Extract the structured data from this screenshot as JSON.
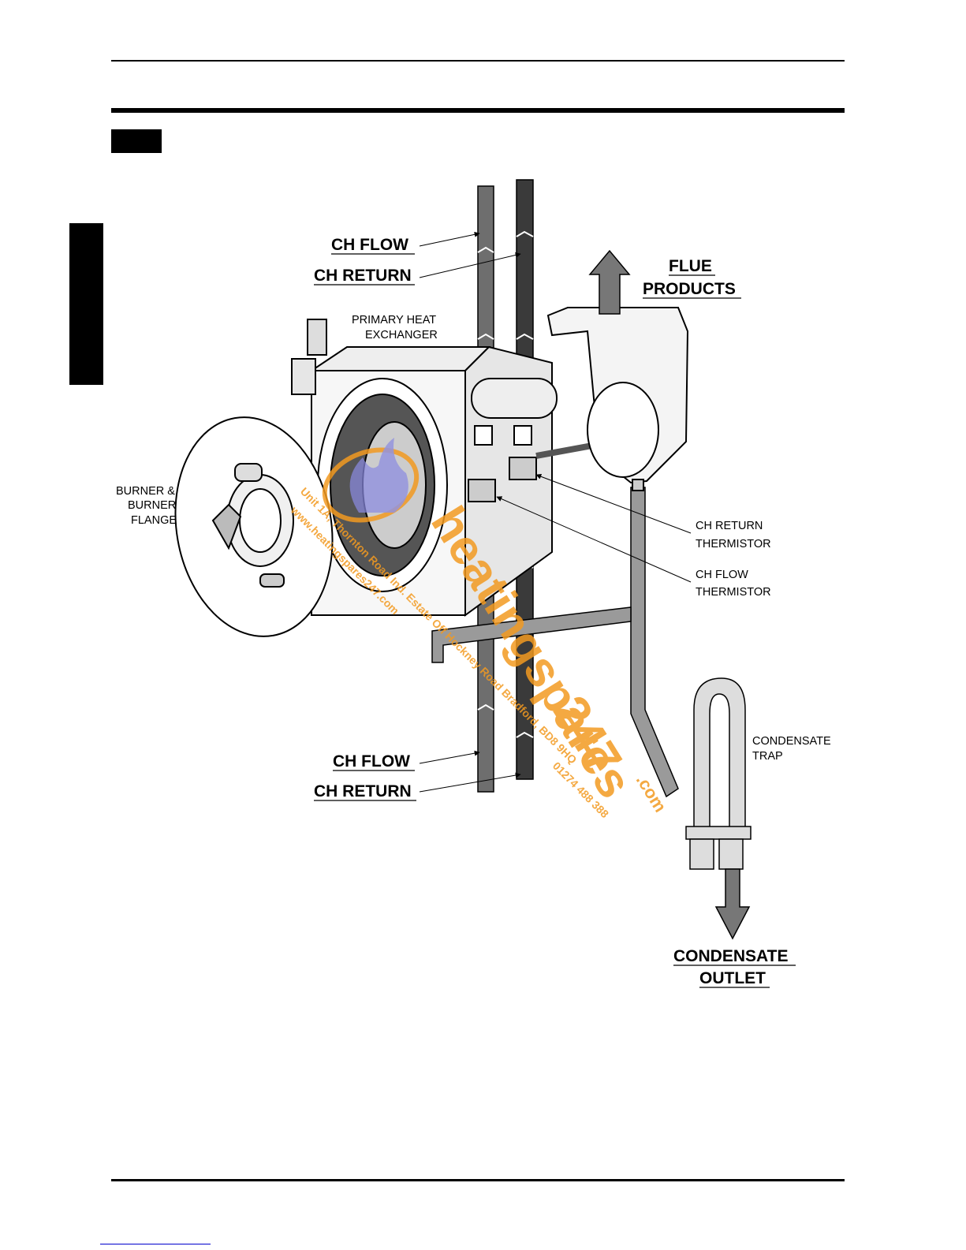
{
  "labels": {
    "ch_flow_top": "CH FLOW",
    "ch_return_top": "CH RETURN",
    "flue_line1": "FLUE",
    "flue_line2": "PRODUCTS",
    "primary_hx_line1": "PRIMARY HEAT",
    "primary_hx_line2": "EXCHANGER",
    "burner_line1": "BURNER &",
    "burner_line2": "BURNER",
    "burner_line3": "FLANGE",
    "ch_return_therm_line1": "CH RETURN",
    "ch_return_therm_line2": "THERMISTOR",
    "ch_flow_therm_line1": "CH FLOW",
    "ch_flow_therm_line2": "THERMISTOR",
    "condensate_trap_line1": "CONDENSATE",
    "condensate_trap_line2": "TRAP",
    "ch_flow_bottom": "CH FLOW",
    "ch_return_bottom": "CH RETURN",
    "condensate_outlet_line1": "CONDENSATE",
    "condensate_outlet_line2": "OUTLET"
  },
  "watermark": {
    "brand": "heatingspares",
    "number": "247",
    "suffix": ".com",
    "address": "Unit 1A, Thornton Road Ind. Estate Off Hockney Road Bradford, BD8 9HQ",
    "website": "www.heatingspares247.com",
    "phone": "01274 488 388"
  },
  "colors": {
    "watermark": "#f39a20",
    "pipe_flow": "#6e6e6e",
    "pipe_return": "#3a3a3a",
    "pipe_light": "#9a9a9a"
  }
}
